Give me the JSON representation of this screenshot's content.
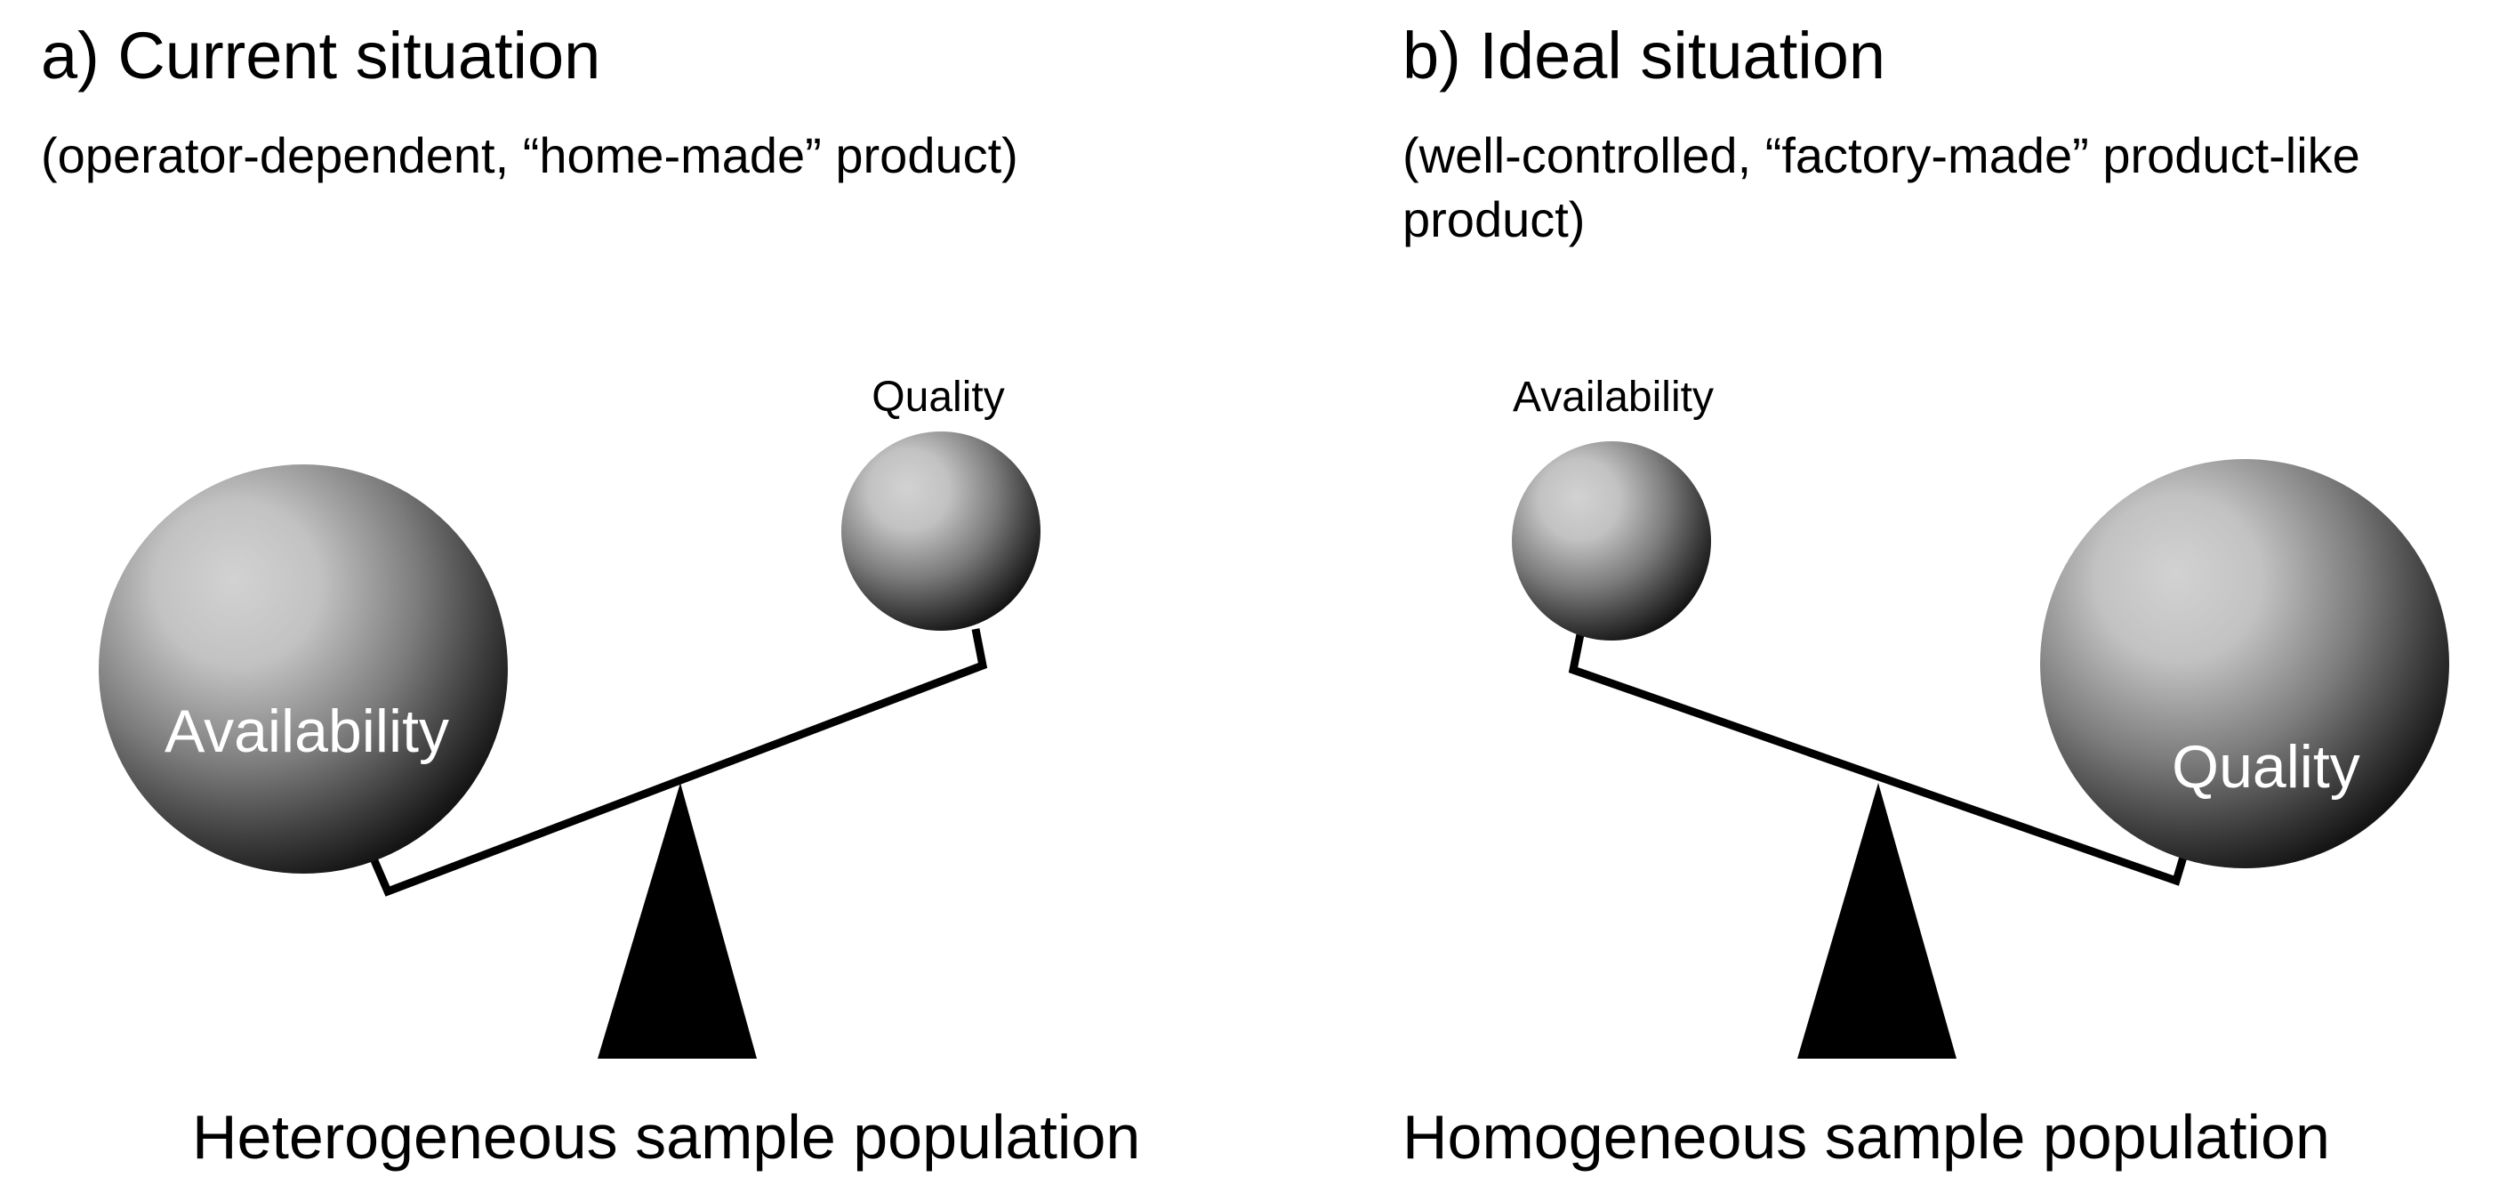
{
  "panel_a": {
    "title": "a) Current situation",
    "subtitle": "(operator-dependent, “home-made” product)",
    "large_sphere_label": "Availability",
    "small_sphere_label": "Quality",
    "caption": "Heterogeneous sample population"
  },
  "panel_b": {
    "title": "b) Ideal situation",
    "subtitle_line1": "(well-controlled, “factory-made” product-like",
    "subtitle_line2": "product)",
    "small_sphere_label": "Availability",
    "large_sphere_label": "Quality",
    "caption": "Homogeneous sample population"
  },
  "colors": {
    "sphere_highlight": "#d2d2d2",
    "sphere_shadow": "#141414",
    "ink": "#000000"
  }
}
